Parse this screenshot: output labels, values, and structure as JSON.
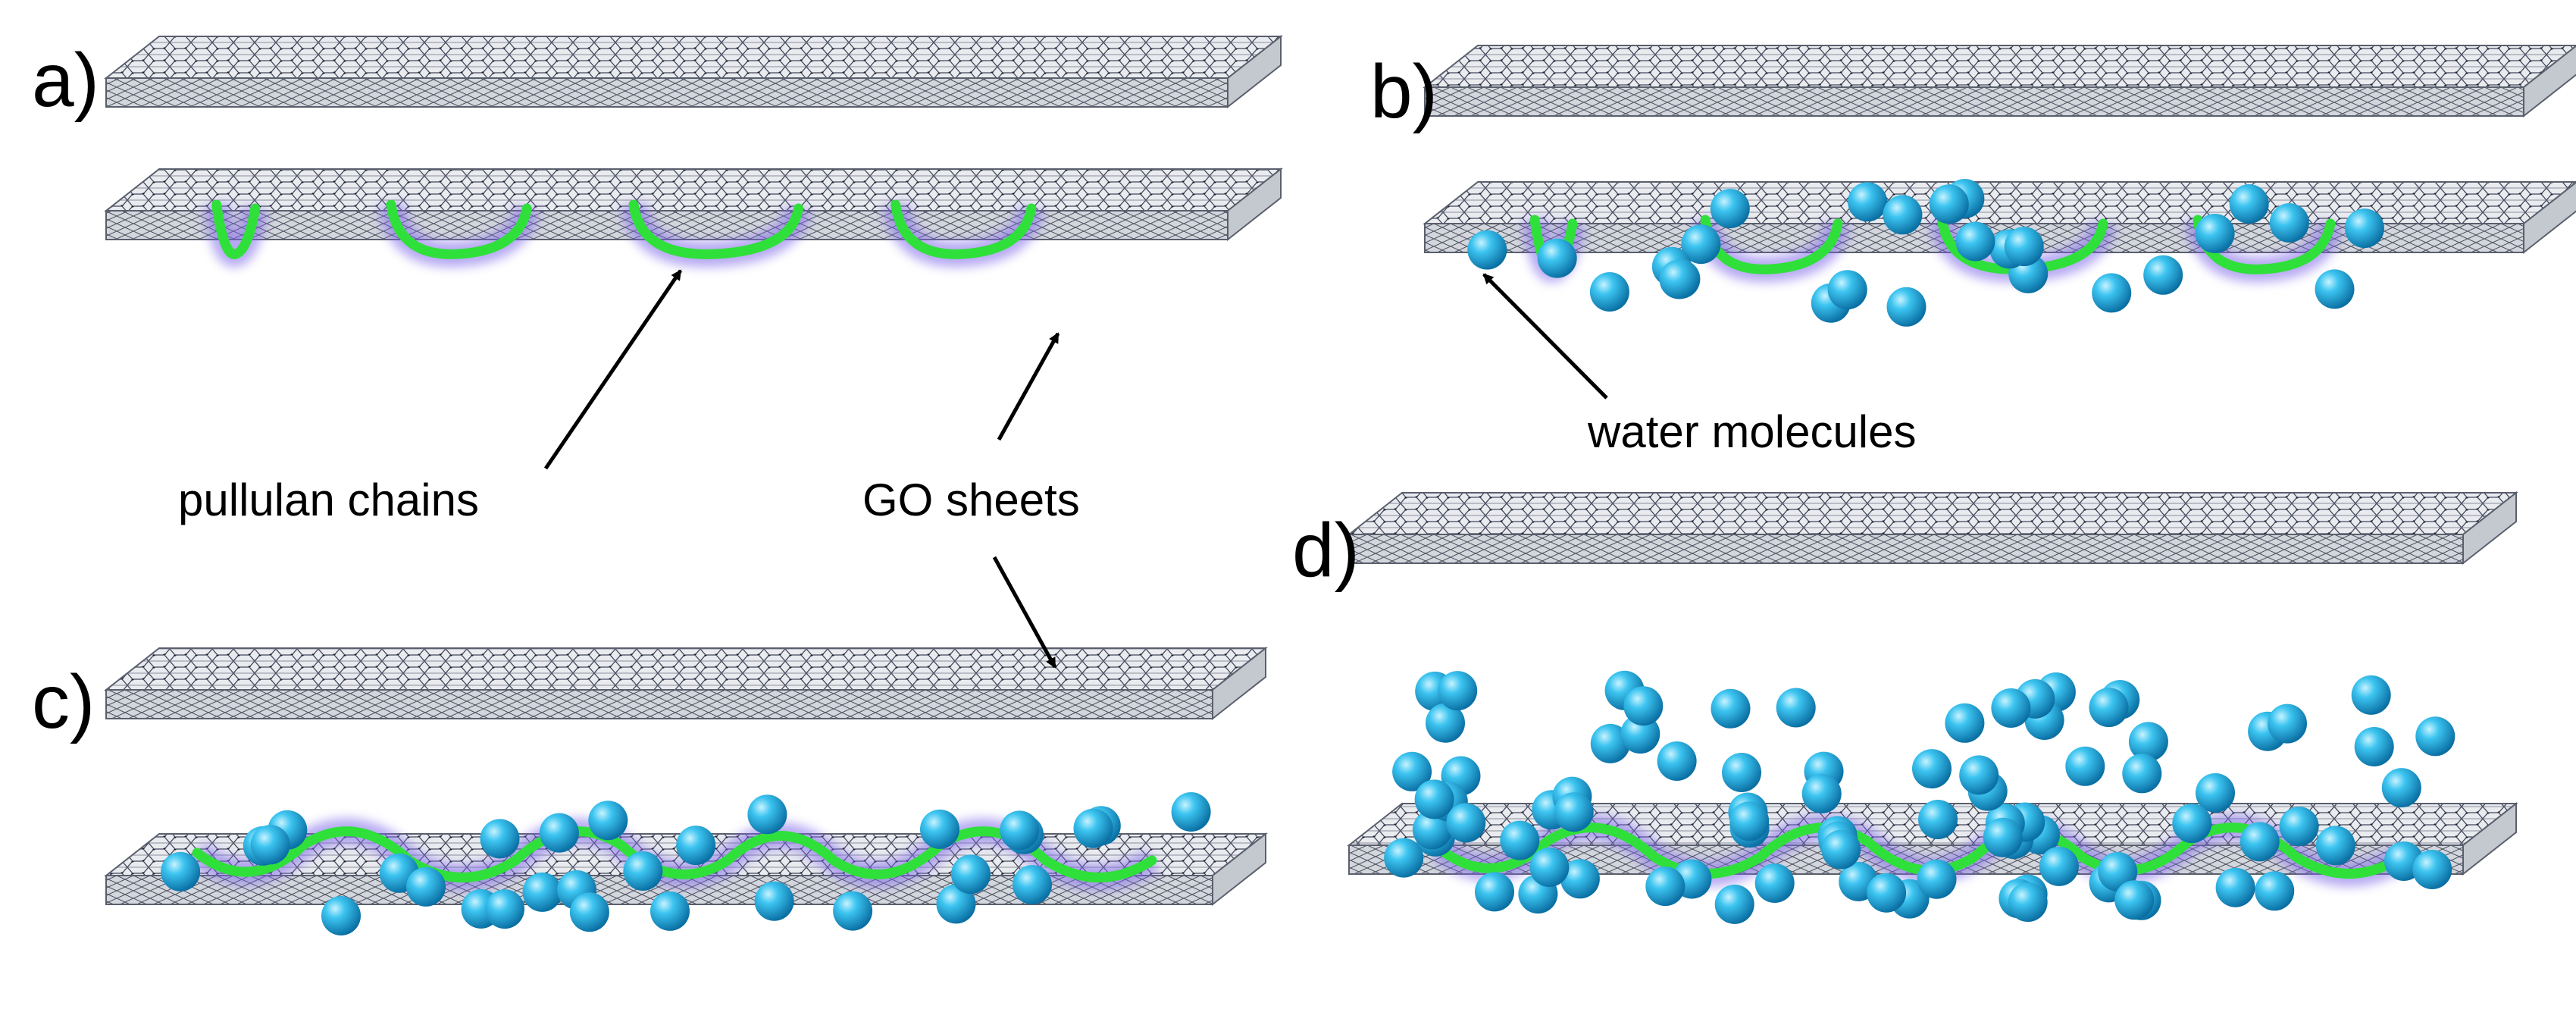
{
  "panels": [
    {
      "id": "a",
      "label": "a)",
      "water": 0,
      "chain": "short"
    },
    {
      "id": "b",
      "label": "b)",
      "water": 26,
      "chain": "short"
    },
    {
      "id": "c",
      "label": "c)",
      "water": 30,
      "chain": "long"
    },
    {
      "id": "d",
      "label": "d)",
      "water": 85,
      "chain": "long"
    }
  ],
  "annotations": {
    "pullulan_chains": "pullulan chains",
    "go_sheets": "GO sheets",
    "water_molecules": "water molecules"
  },
  "colors": {
    "sheet_top": "#e6e8ec",
    "sheet_grid": "#3a3f4b",
    "sheet_side": "#c9ccd3",
    "chain": "#2fe03a",
    "chain_glow": "#7b63e8",
    "water": "#1bb4ea",
    "water_highlight": "#bff0ff",
    "arrow": "#000000"
  }
}
